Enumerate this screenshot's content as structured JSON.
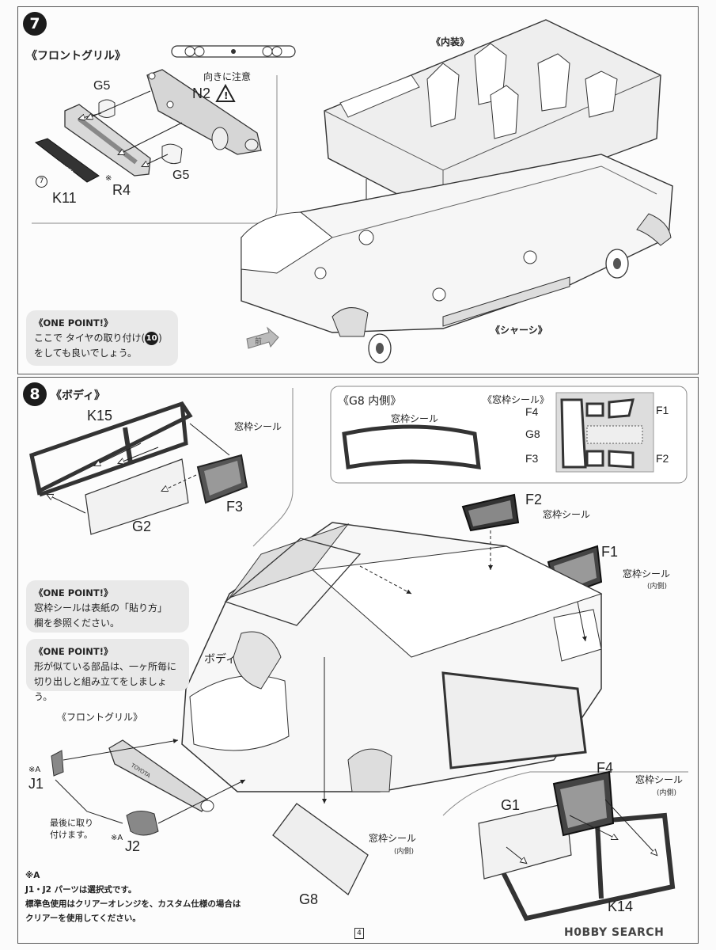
{
  "step7": {
    "number": "7",
    "front_grille_title": "《フロントグリル》",
    "labels": {
      "g5_top": "G5",
      "g5_bottom": "G5",
      "n2": "N2",
      "caution": "向きに注意",
      "k11": "K11",
      "r4": "R4",
      "r4_mark": "※",
      "k11_num": "7",
      "interior": "《内装》",
      "chassis": "《シャーシ》",
      "front_arrow": "前"
    },
    "one_point": {
      "head": "《ONE POINT!》",
      "line1_prefix": "ここで タイヤの取り付け(",
      "ref_num": "10",
      "line1_suffix": ")",
      "line2": "をしても良いでしょう。"
    }
  },
  "step8": {
    "number": "8",
    "title": "《ボディ》",
    "labels": {
      "k15": "K15",
      "g2": "G2",
      "f3": "F3",
      "seal_f3": "窓枠シール",
      "g8_inner_title": "《G8 内側》",
      "seal_g8": "窓枠シール",
      "window_seal_title": "《窓枠シール》",
      "f4": "F4",
      "f1": "F1",
      "g8": "G8",
      "f3b": "F3",
      "f2": "F2",
      "f2_main": "F2",
      "seal_f2": "窓枠シール",
      "f1_main": "F1",
      "seal_f1": "窓枠シール",
      "inner_f1": "(内側)",
      "body": "ボディ",
      "front_grille": "《フロントグリル》",
      "j1_mark": "※A",
      "j1": "J1",
      "j2_mark": "※A",
      "j2": "J2",
      "last_attach_1": "最後に取り",
      "last_attach_2": "付けます。",
      "g8_bottom": "G8",
      "seal_g8b": "窓枠シール",
      "inner_g8": "(内側)",
      "f4_main": "F4",
      "seal_f4": "窓枠シール",
      "inner_f4": "(内側)",
      "g1": "G1",
      "k14": "K14"
    },
    "one_point_1": {
      "head": "《ONE POINT!》",
      "line1": "窓枠シールは表紙の「貼り方」",
      "line2": "欄を参照ください。"
    },
    "one_point_2": {
      "head": "《ONE POINT!》",
      "line1": "形が似ている部品は、一ヶ所毎に",
      "line2": "切り出しと組み立てをしましょう。"
    }
  },
  "footnote": {
    "mark": "※A",
    "line1": "J1・J2 パーツは選択式です。",
    "line2": "標準色使用はクリアーオレンジを、カスタム仕様の場合は",
    "line3": "クリアーを使用してください。"
  },
  "page_number": "4",
  "watermark": "H0BBY SEARCH",
  "colors": {
    "badge": "#1c1c1c",
    "note_bg": "#e9e9e9",
    "line": "#333333"
  }
}
